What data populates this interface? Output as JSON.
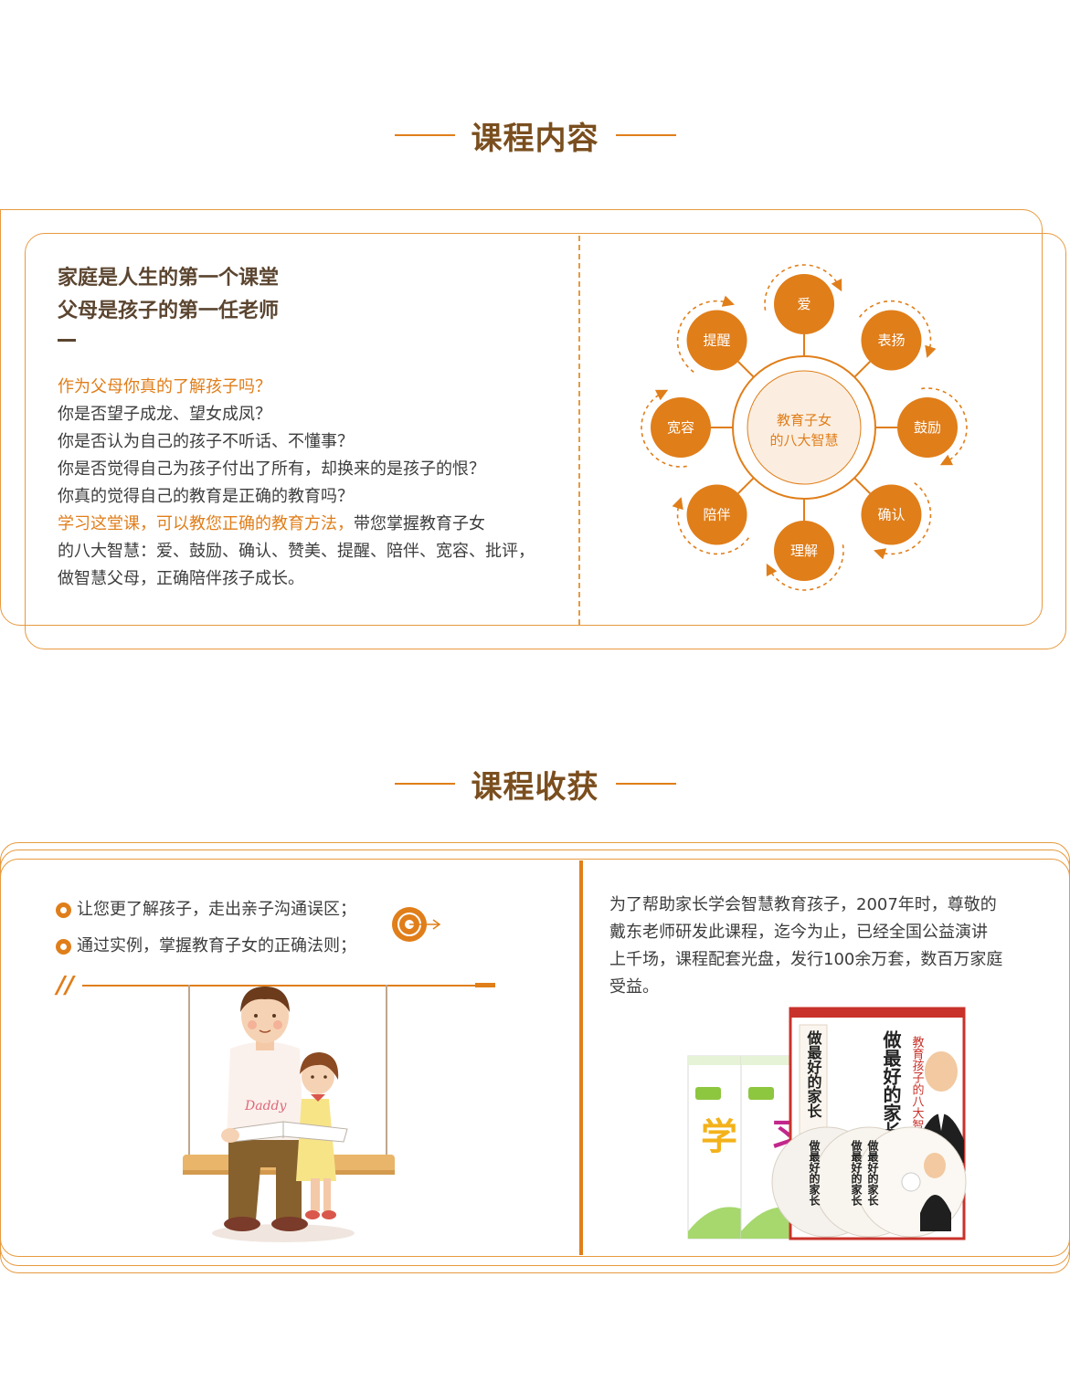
{
  "section1": {
    "title": "课程内容",
    "heading_lines": [
      "家庭是人生的第一个课堂",
      "父母是孩子的第一任老师"
    ],
    "paragraph_lines": [
      {
        "text": "作为父母你真的了解孩子吗？",
        "highlight": "作为父母你真的了解孩子吗？",
        "rest": ""
      },
      {
        "text": "你是否望子成龙、望女成凤？",
        "highlight": "",
        "rest": "你是否望子成龙、望女成凤？"
      },
      {
        "text": "你是否认为自己的孩子不听话、不懂事？",
        "highlight": "",
        "rest": "你是否认为自己的孩子不听话、不懂事？"
      },
      {
        "text": "你是否觉得自己为孩子付出了所有，却换来的是孩子的恨？",
        "highlight": "",
        "rest": "你是否觉得自己为孩子付出了所有，却换来的是孩子的恨？"
      },
      {
        "text": "你真的觉得自己的教育是正确的教育吗？",
        "highlight": "",
        "rest": "你真的觉得自己的教育是正确的教育吗？"
      },
      {
        "text": "学习这堂课，可以教您正确的教育方法，带您掌握教育子女",
        "highlight": "学习这堂课，可以教您正确的教育方法，",
        "rest": "带您掌握教育子女"
      },
      {
        "text": "的八大智慧：爱、鼓励、确认、赞美、提醒、陪伴、宽容、批评，",
        "highlight": "",
        "rest": "的八大智慧：爱、鼓励、确认、赞美、提醒、陪伴、宽容、批评，"
      },
      {
        "text": "做智慧父母，正确陪伴孩子成长。",
        "highlight": "",
        "rest": "做智慧父母，正确陪伴孩子成长。"
      }
    ],
    "diagram": {
      "center_lines": [
        "教育子女",
        "的八大智慧"
      ],
      "nodes": [
        "爱",
        "表扬",
        "鼓励",
        "确认",
        "理解",
        "陪伴",
        "宽容",
        "提醒"
      ]
    }
  },
  "section2": {
    "title": "课程收获",
    "bullets": [
      "让您更了解孩子，走出亲子沟通误区；",
      "通过实例，掌握教育子女的正确法则；"
    ],
    "quote_mark": "//",
    "illustration_label": "Daddy",
    "description_lines": [
      "为了帮助家长学会智慧教育孩子，2007年时，尊敬的",
      "戴东老师研发此课程，迄今为止，已经全国公益演讲",
      "上千场，课程配套光盘，发行100余万套，数百万家庭",
      "受益。"
    ],
    "product": {
      "box_title": "做最好的家长",
      "box_subtitle": "教育孩子的八大智慧",
      "book_chars": [
        "学",
        "习"
      ],
      "disc_title": "做最好的家长"
    }
  },
  "colors": {
    "accent": "#e07e1a",
    "title": "#7a4e1e",
    "frame": "#e79a3f"
  }
}
